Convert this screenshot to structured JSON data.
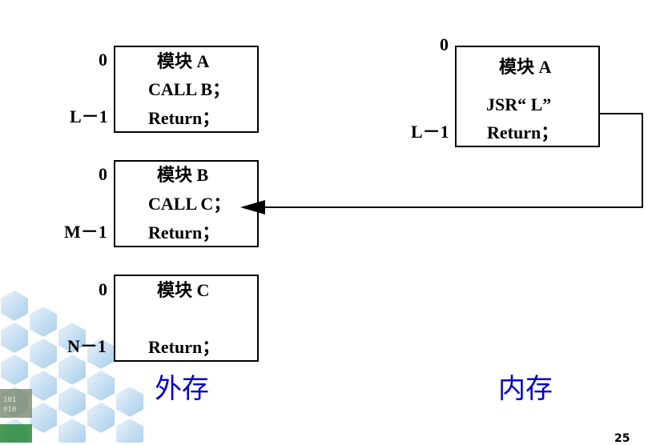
{
  "external_storage": {
    "label": "外存",
    "modules": [
      {
        "title": "模块 A",
        "instruction": "CALL B；",
        "return": "Return；",
        "start": "0",
        "end": "L－1"
      },
      {
        "title": "模块 B",
        "instruction": "CALL C；",
        "return": "Return；",
        "start": "0",
        "end": "M－1"
      },
      {
        "title": "模块 C",
        "instruction": "",
        "return": "Return；",
        "start": "0",
        "end": "N－1"
      }
    ]
  },
  "main_memory": {
    "label": "内存",
    "module": {
      "title": "模块 A",
      "instruction": "JSR“ L”",
      "return": "Return；",
      "start": "0",
      "end": "L－1"
    }
  },
  "page": {
    "number": "25"
  },
  "colors": {
    "storage_label": "#0000cc",
    "box_border": "#000000",
    "decoration": "#9cc7e8"
  }
}
